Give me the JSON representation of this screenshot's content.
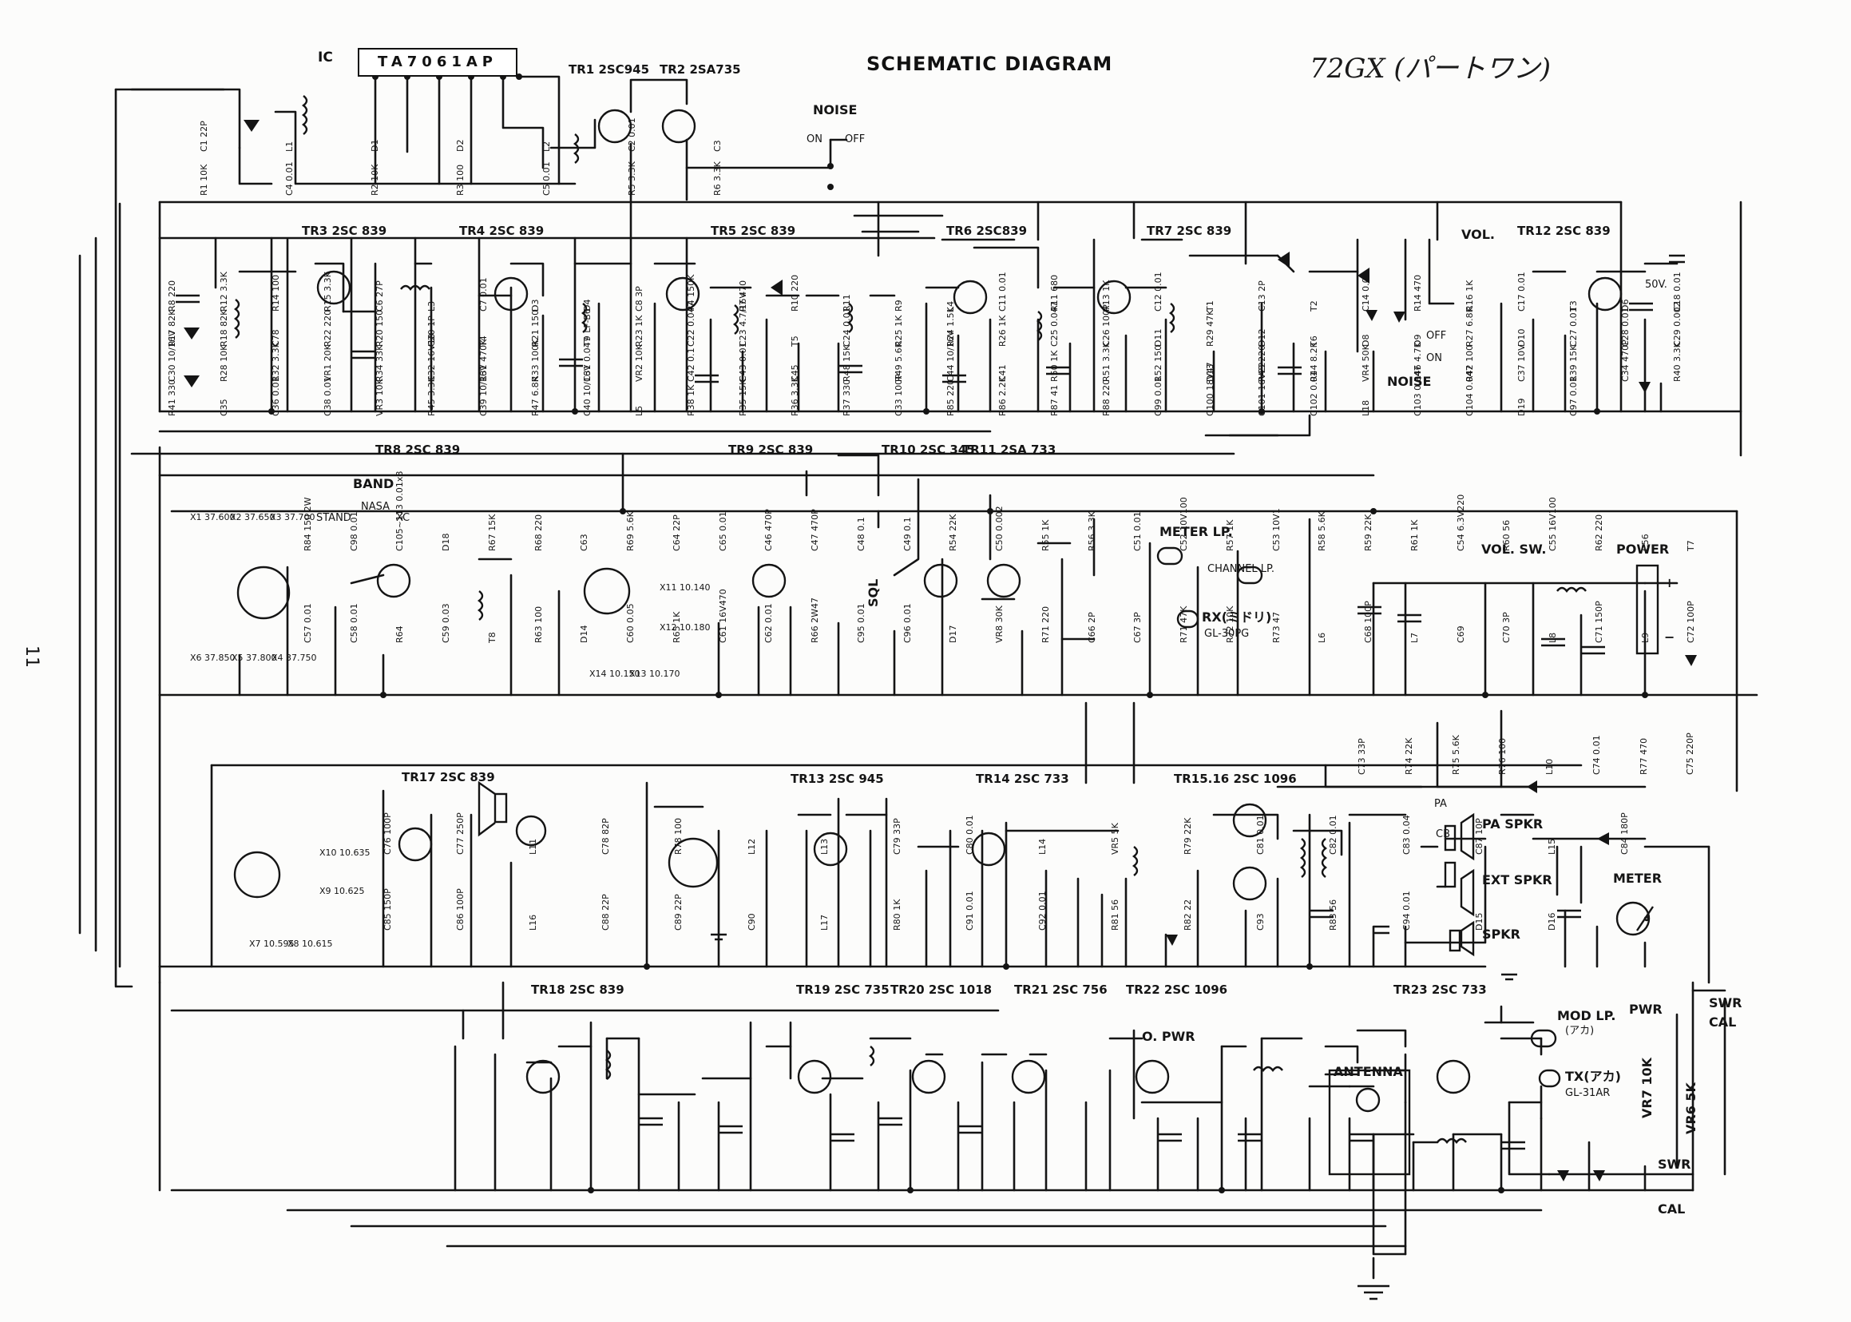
{
  "title": "SCHEMATIC DIAGRAM",
  "handwritten_note": "72GX (パートワン)",
  "page_number": "11",
  "ic": {
    "label": "IC",
    "part": "TA7061AP"
  },
  "transistors": [
    {
      "ref": "TR1",
      "text": "TR1 2SC945"
    },
    {
      "ref": "TR2",
      "text": "TR2 2SA735"
    },
    {
      "ref": "TR3",
      "text": "TR3 2SC 839"
    },
    {
      "ref": "TR4",
      "text": "TR4 2SC 839"
    },
    {
      "ref": "TR5",
      "text": "TR5 2SC 839"
    },
    {
      "ref": "TR6",
      "text": "TR6 2SC839"
    },
    {
      "ref": "TR7",
      "text": "TR7 2SC 839"
    },
    {
      "ref": "TR8",
      "text": "TR8 2SC 839"
    },
    {
      "ref": "TR9",
      "text": "TR9 2SC 839"
    },
    {
      "ref": "TR10",
      "text": "TR10 2SC 345"
    },
    {
      "ref": "TR11",
      "text": "TR11 2SA 733"
    },
    {
      "ref": "TR12",
      "text": "TR12 2SC 839"
    },
    {
      "ref": "TR13",
      "text": "TR13 2SC 945"
    },
    {
      "ref": "TR14",
      "text": "TR14 2SC 733"
    },
    {
      "ref": "TR15",
      "text": "TR15.16 2SC 1096"
    },
    {
      "ref": "TR17",
      "text": "TR17 2SC 839"
    },
    {
      "ref": "TR18",
      "text": "TR18 2SC 839"
    },
    {
      "ref": "TR19",
      "text": "TR19 2SC 735"
    },
    {
      "ref": "TR20",
      "text": "TR20 2SC 1018"
    },
    {
      "ref": "TR21",
      "text": "TR21 2SC 756"
    },
    {
      "ref": "TR22",
      "text": "TR22 2SC 1096"
    },
    {
      "ref": "TR23",
      "text": "TR23 2SC 733"
    }
  ],
  "labels": {
    "noise": "NOISE",
    "on": "ON",
    "off": "OFF",
    "band": "BAND",
    "stand": "STAND",
    "nasa": "NASA",
    "xc": "XC",
    "sql": "SQL",
    "meter_lp": "METER LP.",
    "channel_lp": "CHANNEL LP.",
    "rx_lamp": "RX(ミドリ)",
    "rx_lamp_part": "GL-30PG",
    "vol": "VOL.",
    "vol_sw": "VOL. SW.",
    "noise_sw": "NOISE",
    "sw_off": "OFF",
    "sw_on": "ON",
    "power": "POWER",
    "plus": "+",
    "minus": "−",
    "pa": "PA",
    "cb": "CB",
    "pa_spkr": "PA SPKR",
    "ext_spkr": "EXT SPKR",
    "spkr": "SPKR",
    "meter": "METER",
    "antenna": "ANTENNA",
    "o_pwr": "O. PWR",
    "mod_lp": "MOD LP.",
    "mod_lp_color": "(アカ)",
    "tx_lamp": "TX(アカ)",
    "tx_lamp_part": "GL-31AR",
    "pwr": "PWR",
    "swr": "SWR",
    "cal": "CAL",
    "vr7": "VR7 10K",
    "vr6": "VR6 5K",
    "c45_volt": "50V."
  },
  "crystals": {
    "x1": "X1 37.600",
    "x2": "X2 37.650",
    "x3": "X3 37.700",
    "x4": "X4 37.750",
    "x5": "X5 37.800",
    "x6": "X6 37.850",
    "x11": "X11 10.140",
    "x12": "X12 10.180",
    "x13": "X13 10.170",
    "x14": "X14 10.150",
    "x10": "X10 10.635",
    "x9": "X9 10.625",
    "x7": "X7 10.595",
    "x8": "X8 10.615"
  },
  "components": [
    "C1 22P",
    "L1",
    "D1",
    "D2",
    "L2",
    "C2 0.01",
    "C3",
    "R1 10K",
    "C4 0.01",
    "R2 10K",
    "R3 100",
    "C5 0.01",
    "R5 3.3K",
    "R6 3.3K",
    "R8 220",
    "R12 3.3K",
    "R14 100",
    "R15 3.3K",
    "C6 27P",
    "L3",
    "C7 0.01",
    "D3",
    "D4",
    "C8 3P",
    "R4 150K",
    "R7 470",
    "R10 220",
    "R11",
    "R9",
    "L4",
    "C11 0.01",
    "R11 680",
    "R13 1K",
    "C12 0.01",
    "T1",
    "C13 2P",
    "T2",
    "C14 0.01",
    "R14 470",
    "R16 1K",
    "C17 0.01",
    "T3",
    "D6",
    "C18 0.01",
    "R17 82K",
    "R18 82K",
    "C78",
    "R22 220",
    "R20 150",
    "C20 1P",
    "T4",
    "R21 150",
    "T9 LF-B6",
    "R23 1K",
    "C22 0.047",
    "C23 4.7/16V",
    "T5",
    "C24 0.01",
    "R25 1K",
    "R24 1.5K",
    "R26 1K",
    "C25 0.047",
    "C26 100P",
    "D11",
    "R29 47K",
    "D12",
    "T6",
    "D8",
    "D9",
    "R27 6.8K",
    "D10",
    "C27 0.01",
    "C28 0.01",
    "C29 0.002",
    "C30 10/16V",
    "R28 10K",
    "R32 3.3K",
    "VR1 20K",
    "R34 33K",
    "C32 16V10",
    "R31 470K",
    "R33 100K",
    "C31 0.047",
    "VR2 10K",
    "C42 0.1",
    "C43 0.01",
    "C45",
    "R48 15K",
    "R49 5.6K",
    "C44 10/16V",
    "C41",
    "R50 1K",
    "R51 3.3K",
    "R52 150",
    "D13",
    "R43 220",
    "R44 8.2K",
    "VR4 50K",
    "R46 4.7K",
    "R42 100",
    "C37 10V",
    "R39 15K",
    "C34 470P",
    "R40 3.3K",
    "R41 330",
    "C35",
    "C36 0.01",
    "C38 0.01",
    "VR3 10K",
    "R45 3.3K",
    "C39 10/16V",
    "R47 6.8K",
    "C40 10/16V",
    "L5",
    "R38 1K",
    "R35 15K",
    "R36 3.3K",
    "R37 330",
    "C33 100P",
    "R85 220",
    "R86 2.2K",
    "R87 41",
    "R88 220",
    "C99 0.01",
    "C100 18V47",
    "C101 16V22",
    "C102 0.01",
    "L18",
    "C103 0.047",
    "C104 0.047",
    "D19",
    "C97 0.01",
    "R84 150 2W",
    "C98 0.01",
    "C105~113 0.01x8",
    "D18",
    "R67 15K",
    "R68 220",
    "C63",
    "R69 5.6K",
    "C64 22P",
    "C65 0.01",
    "C46 470P",
    "C47 470P",
    "C48 0.1",
    "C49 0.1",
    "R54 22K",
    "C50 0.002",
    "R55 1K",
    "R56 3.3K",
    "C51 0.01",
    "C52 10V100",
    "R57 1K",
    "C53 10V1",
    "R58 5.6K",
    "R59 22K",
    "R61 1K",
    "C54 6.3V220",
    "R60 56",
    "C55 16V100",
    "R62 220",
    "C56",
    "T7",
    "C57 0.01",
    "C58 0.01",
    "R64",
    "C59 0.03",
    "T8",
    "R63 100",
    "D14",
    "C60 0.05",
    "R65 1K",
    "C61 16V470",
    "C62 0.01",
    "R66 2W47",
    "C95 0.01",
    "C96 0.01",
    "D17",
    "VR8 30K",
    "R71 220",
    "C66 2P",
    "C67 3P",
    "R71 47K",
    "R72 10K",
    "R73 47",
    "L6",
    "C68 100P",
    "L7",
    "C69 ",
    "C70 3P",
    "L8",
    "C71 150P",
    "L9",
    "C72 100P",
    "C73 33P",
    "R74 22K",
    "R75 5.6K",
    "R76 100",
    "L10",
    "C74 0.01",
    "R77 470",
    "C75 220P",
    "C76 100P",
    "C77 250P",
    "L11",
    "C78 82P",
    "R78 100",
    "L12",
    "L13",
    "C79 33P",
    "C80 0.01",
    "L14",
    "VR5 5K",
    "R79 22K",
    "C81 0.01",
    "C82 0.01",
    "C83 0.04",
    "C87 10P",
    "L15",
    "C84 180P",
    "C85 150P",
    "C86 100P",
    "L16",
    "C88 22P",
    "C89 22P",
    "C90 ",
    "L17",
    "R80 1K",
    "C91 0.01",
    "C92 0.01",
    "R81 56",
    "R82 22",
    "C93",
    "R83 56",
    "C94 0.01",
    "D15",
    "D16"
  ]
}
